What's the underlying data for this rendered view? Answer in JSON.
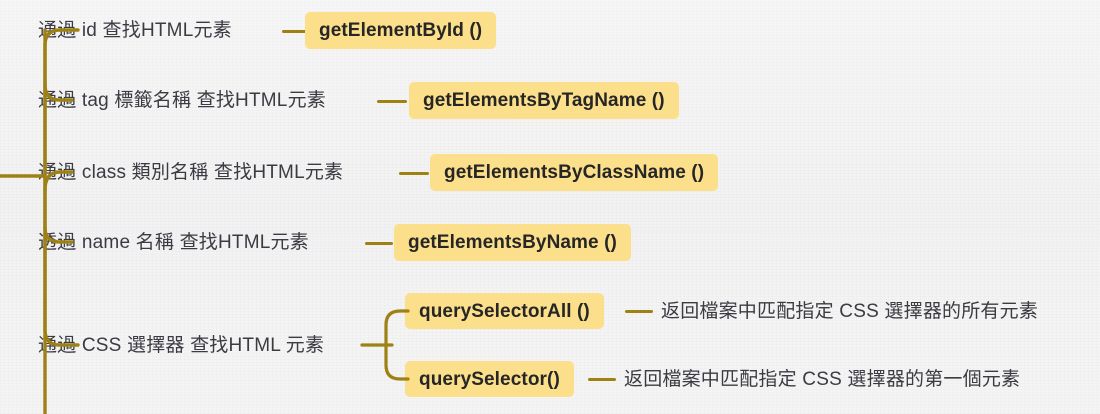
{
  "diagram": {
    "title": "HTML DOM element lookup methods mind map",
    "background_color": "#f4f4f5",
    "accent_color": "#9e8114",
    "chip_color": "#fcdf8a",
    "text_color": "#3b3b42",
    "branches": [
      {
        "id": "by-id",
        "label": "通過 id 查找HTML元素",
        "method": "getElementById ()",
        "description": ""
      },
      {
        "id": "by-tag",
        "label": "通過 tag 標籤名稱 查找HTML元素",
        "method": "getElementsByTagName ()",
        "description": ""
      },
      {
        "id": "by-class",
        "label": "通過 class 類別名稱 查找HTML元素",
        "method": "getElementsByClassName ()",
        "description": ""
      },
      {
        "id": "by-name",
        "label": "透過 name 名稱 查找HTML元素",
        "method": "getElementsByName ()",
        "description": ""
      },
      {
        "id": "by-css",
        "label": "通過 CSS 選擇器 查找HTML 元素",
        "children": [
          {
            "id": "query-selector-all",
            "method": "querySelectorAll ()",
            "description": "返回檔案中匹配指定 CSS 選擇器的所有元素"
          },
          {
            "id": "query-selector",
            "method": "querySelector()",
            "description": "返回檔案中匹配指定 CSS 選擇器的第一個元素"
          }
        ]
      }
    ]
  }
}
